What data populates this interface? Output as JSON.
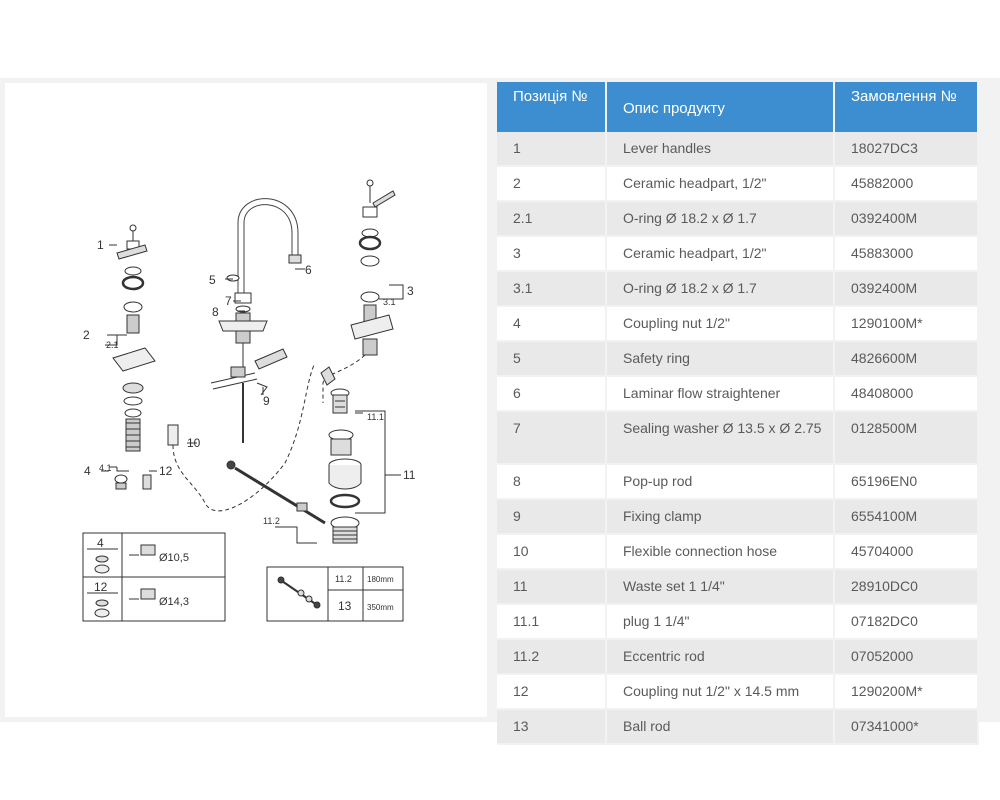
{
  "table": {
    "headers": {
      "position": "Позиція №",
      "description": "Опис продукту",
      "order": "Замовлення №"
    },
    "rows": [
      {
        "pos": "1",
        "desc": "Lever handles",
        "order": "18027DC3"
      },
      {
        "pos": "2",
        "desc": "Ceramic headpart, 1/2\"",
        "order": "45882000"
      },
      {
        "pos": "2.1",
        "desc": "O-ring Ø 18.2 x Ø 1.7",
        "order": "0392400M"
      },
      {
        "pos": "3",
        "desc": "Ceramic headpart, 1/2\"",
        "order": "45883000"
      },
      {
        "pos": "3.1",
        "desc": "O-ring Ø 18.2 x Ø 1.7",
        "order": "0392400M"
      },
      {
        "pos": "4",
        "desc": "Coupling nut 1/2\"",
        "order": "1290100M*"
      },
      {
        "pos": "5",
        "desc": "Safety ring",
        "order": "4826600M"
      },
      {
        "pos": "6",
        "desc": "Laminar flow straightener",
        "order": "48408000"
      },
      {
        "pos": "7",
        "desc": "Sealing washer Ø 13.5 x Ø 2.75",
        "order": "0128500M"
      },
      {
        "pos": "8",
        "desc": "Pop-up rod",
        "order": "65196EN0"
      },
      {
        "pos": "9",
        "desc": "Fixing clamp",
        "order": "6554100M"
      },
      {
        "pos": "10",
        "desc": "Flexible connection hose",
        "order": "45704000"
      },
      {
        "pos": "11",
        "desc": "Waste set 1 1/4\"",
        "order": "28910DC0"
      },
      {
        "pos": "11.1",
        "desc": "plug 1 1/4\"",
        "order": "07182DC0"
      },
      {
        "pos": "11.2",
        "desc": "Eccentric rod",
        "order": "07052000"
      },
      {
        "pos": "12",
        "desc": "Coupling nut 1/2\" x 14.5 mm",
        "order": "1290200M*"
      },
      {
        "pos": "13",
        "desc": "Ball rod",
        "order": "07341000*"
      }
    ]
  },
  "diagram": {
    "callouts": {
      "c1": "1",
      "c2": "2",
      "c21": "2.1",
      "c3": "3",
      "c31": "3.1",
      "c4": "4",
      "c41": "4.1",
      "c5": "5",
      "c6": "6",
      "c7": "7",
      "c8": "8",
      "c9": "9",
      "c10": "10",
      "c11": "11",
      "c111": "11.1",
      "c112": "11.2",
      "c12": "12"
    },
    "inset_nuts": {
      "row1_num": "4",
      "row1_dim": "Ø10,5",
      "row2_num": "12",
      "row2_dim": "Ø14,3"
    },
    "inset_rods": {
      "row1_num": "11.2",
      "row1_len": "180mm",
      "row2_num": "13",
      "row2_len": "350mm"
    }
  }
}
